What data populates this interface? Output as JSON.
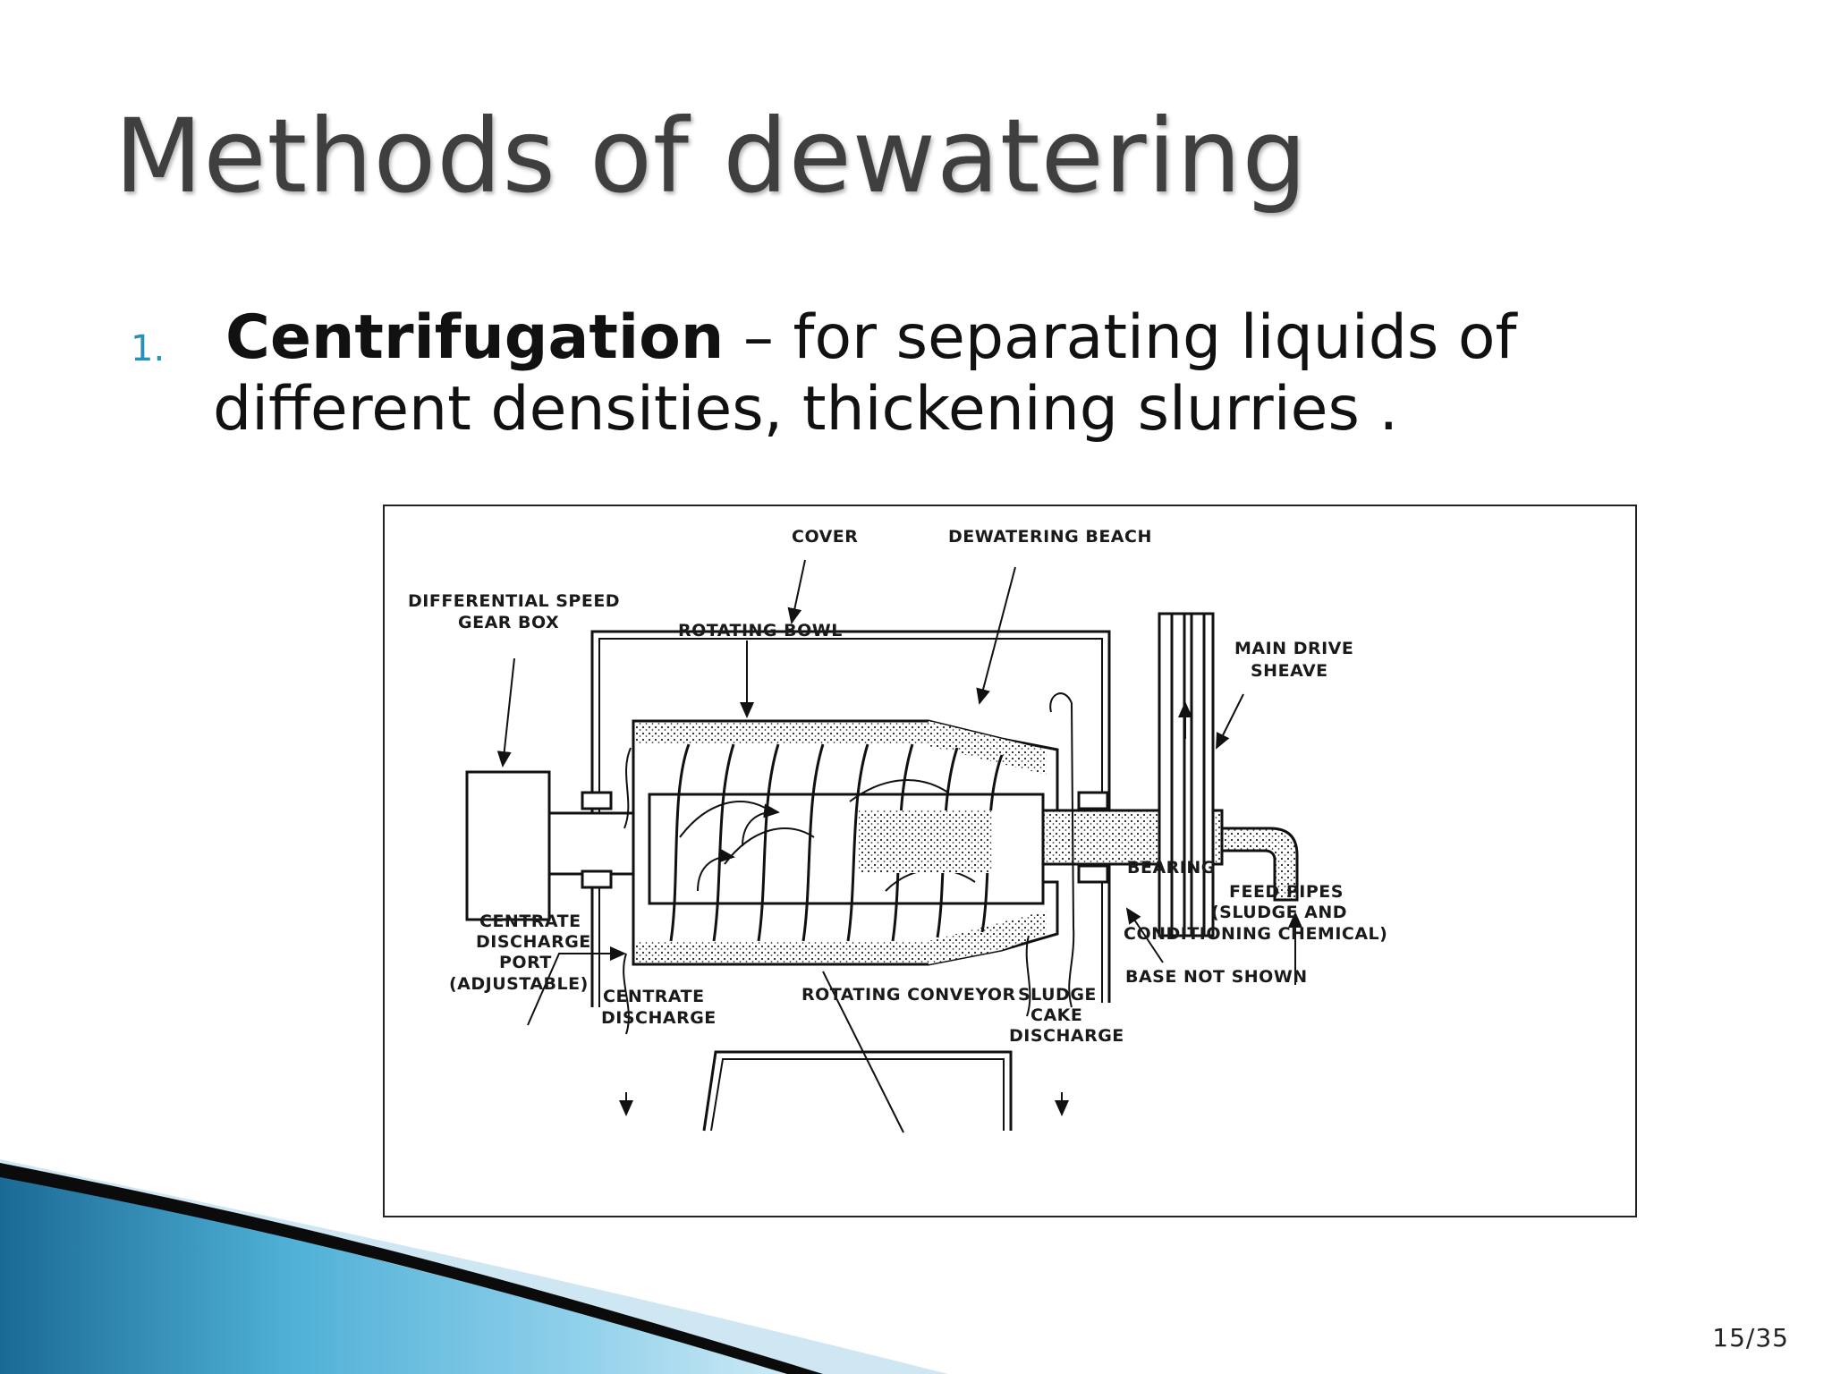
{
  "slide": {
    "title": "Methods of dewatering",
    "bullet": {
      "number": "1.",
      "term": "Centrifugation",
      "text_line1": " – for separating liquids of",
      "text_line2": "different densities, thickening slurries ."
    },
    "page_number": "15/35"
  },
  "diagram": {
    "labels": {
      "cover": "COVER",
      "dewatering_beach": "DEWATERING BEACH",
      "differential_speed": "DIFFERENTIAL SPEED",
      "gear_box": "GEAR BOX",
      "rotating_bowl": "ROTATING BOWL",
      "main_drive": "MAIN DRIVE",
      "sheave": "SHEAVE",
      "bearing": "BEARING",
      "feed_pipes": "FEED PIPES",
      "sludge_and": "(SLUDGE AND",
      "conditioning_chemical": "CONDITIONING CHEMICAL)",
      "base_not_shown": "BASE NOT SHOWN",
      "centrate": "CENTRATE",
      "discharge": "DISCHARGE",
      "port": "PORT",
      "adjustable": "(ADJUSTABLE)",
      "centrate_discharge_1": "CENTRATE",
      "centrate_discharge_2": "DISCHARGE",
      "rotating_conveyor": "ROTATING CONVEYOR",
      "sludge": "SLUDGE",
      "cake": "CAKE",
      "cake_discharge": "DISCHARGE"
    }
  },
  "theme": {
    "accent": "#2b8fb8",
    "wave_dark": "#1f6f9a",
    "wave_light": "#5bb8dc"
  }
}
